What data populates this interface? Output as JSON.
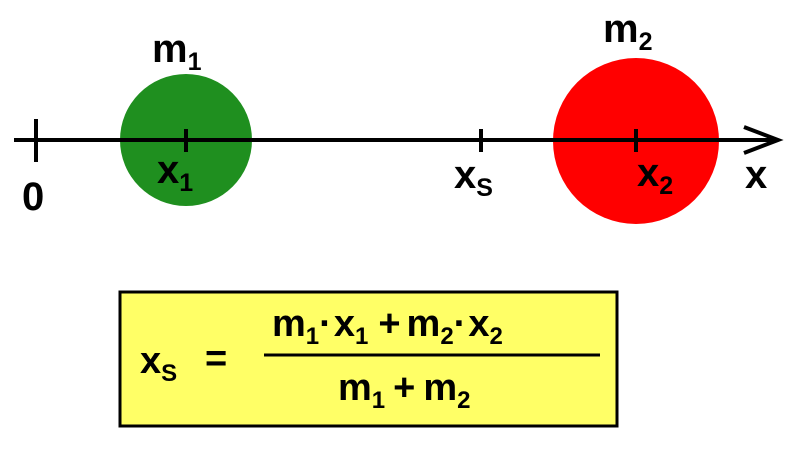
{
  "colors": {
    "mass1": "#1f8f1f",
    "mass2": "#ff0000",
    "formula_box": "#ffff66",
    "ink": "#000000"
  },
  "axis": {
    "origin_label": "0",
    "axis_label": "x"
  },
  "mass1": {
    "label_main": "m",
    "label_sub": "1",
    "position_main": "x",
    "position_sub": "1"
  },
  "mass2": {
    "label_main": "m",
    "label_sub": "2",
    "position_main": "x",
    "position_sub": "2"
  },
  "center_of_mass": {
    "label_main": "x",
    "label_sub": "S"
  },
  "formula": {
    "lhs_main": "x",
    "lhs_sub": "S",
    "equals": "=",
    "num_m1": "m",
    "num_m1_sub": "1",
    "dot1": "·",
    "num_x1": "x",
    "num_x1_sub": "1",
    "plus1": "+",
    "num_m2": "m",
    "num_m2_sub": "2",
    "dot2": "·",
    "num_x2": "x",
    "num_x2_sub": "2",
    "den_m1": "m",
    "den_m1_sub": "1",
    "plus2": "+",
    "den_m2": "m",
    "den_m2_sub": "2"
  }
}
